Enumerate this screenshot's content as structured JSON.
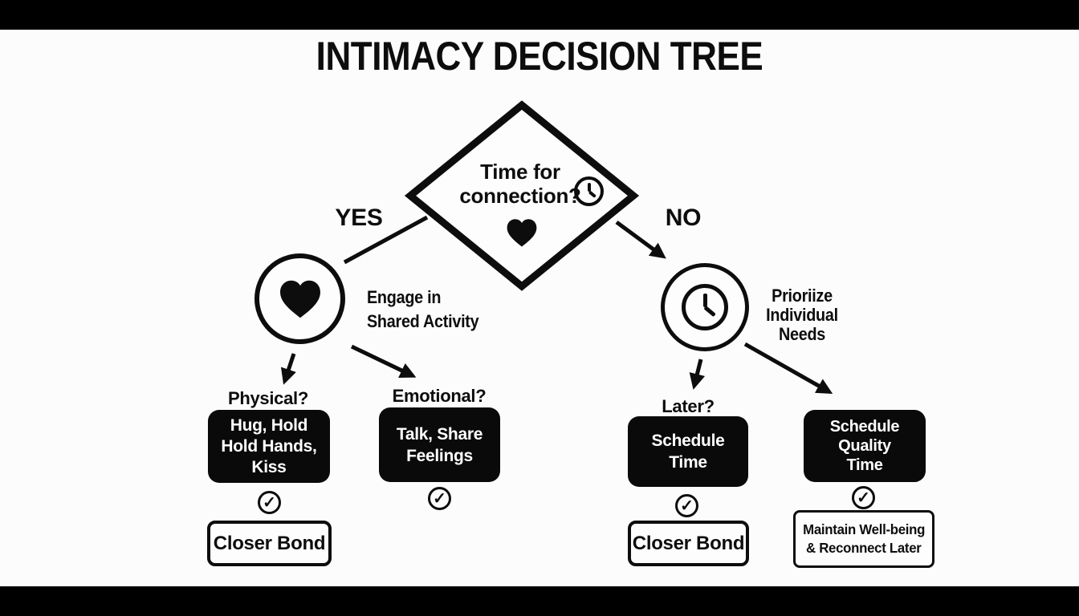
{
  "title": "INTIMACY DECISION TREE",
  "decision": {
    "line1": "Time for",
    "line2": "connection?"
  },
  "branch_labels": {
    "yes": "YES",
    "no": "NO"
  },
  "yes_branch": {
    "action": {
      "line1": "Engage in",
      "line2": "Shared Activity"
    },
    "physical": {
      "label": "Physical?",
      "box": {
        "line1": "Hug, Hold",
        "line2": "Hold Hands,",
        "line3": "Kiss"
      },
      "outcome": "Closer Bond"
    },
    "emotional": {
      "label": "Emotional?",
      "box": {
        "line1": "Talk, Share",
        "line2": "Feelings"
      }
    }
  },
  "no_branch": {
    "action": {
      "line1": "Prioriize",
      "line2": "Individual",
      "line3": "Needs"
    },
    "later": {
      "label": "Later?",
      "box": {
        "line1": "Schedule",
        "line2": "Time"
      },
      "outcome": "Closer Bond"
    },
    "quality": {
      "box": {
        "line1": "Schedule",
        "line2": "Quality",
        "line3": "Time"
      },
      "outcome": {
        "line1": "Maintain Well-being",
        "line2": "& Reconnect Later"
      }
    }
  },
  "icons": {
    "check": "✓"
  },
  "colors": {
    "ink": "#0d0d0d",
    "background": "#fcfcfc",
    "letterbox": "#000000",
    "node_fill": "#0a0a0a"
  }
}
